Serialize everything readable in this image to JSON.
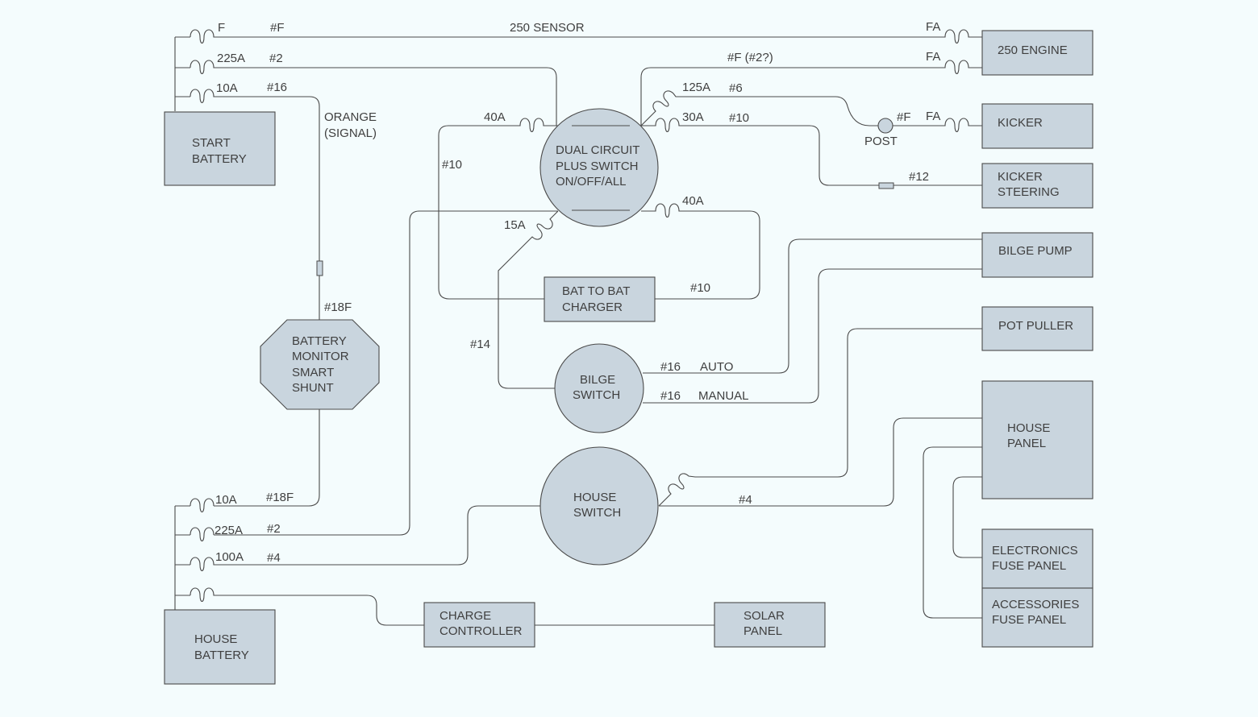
{
  "colors": {
    "background": "#f4fcfd",
    "component_fill": "#c9d5de",
    "line": "#4a4a4a",
    "text": "#3f3f3f"
  },
  "components": {
    "start_battery": [
      "START",
      "BATTERY"
    ],
    "house_battery": [
      "HOUSE",
      "BATTERY"
    ],
    "dual_circuit_switch": [
      "DUAL CIRCUIT",
      "PLUS SWITCH",
      "ON/OFF/ALL"
    ],
    "bilge_switch": [
      "BILGE",
      "SWITCH"
    ],
    "house_switch": [
      "HOUSE",
      "SWITCH"
    ],
    "battery_monitor": [
      "BATTERY",
      "MONITOR",
      "SMART",
      "SHUNT"
    ],
    "bat_to_bat_charger": [
      "BAT TO BAT",
      "CHARGER"
    ],
    "charge_controller": [
      "CHARGE",
      "CONTROLLER"
    ],
    "solar_panel": [
      "SOLAR",
      "PANEL"
    ],
    "engine_250": [
      "250 ENGINE"
    ],
    "kicker": [
      "KICKER"
    ],
    "kicker_steering": [
      "KICKER",
      "STEERING"
    ],
    "bilge_pump": [
      "BILGE PUMP"
    ],
    "pot_puller": [
      "POT PULLER"
    ],
    "house_panel": [
      "HOUSE",
      "PANEL"
    ],
    "electronics_fuse_panel": [
      "ELECTRONICS",
      "FUSE PANEL"
    ],
    "accessories_fuse_panel": [
      "ACCESSORIES",
      "FUSE PANEL"
    ],
    "post": "POST"
  },
  "labels": {
    "fuse_f": "F",
    "wire_f_top": "#F",
    "sensor_250": "250 SENSOR",
    "fa_engine_top": "FA",
    "fuse_225a_start": "225A",
    "wire_2_start": "#2",
    "wire_f_2": "#F (#2?)",
    "fa_engine_bottom": "FA",
    "fuse_10a_start": "10A",
    "wire_16_start": "#16",
    "orange": "ORANGE",
    "signal": "(SIGNAL)",
    "wire_18f_upper": "#18F",
    "fuse_40a_left": "40A",
    "wire_10_left": "#10",
    "fuse_125a": "125A",
    "wire_6": "#6",
    "post_f": "#F",
    "fa_kicker": "FA",
    "fuse_30a": "30A",
    "wire_10_right": "#10",
    "wire_12": "#12",
    "fuse_15a": "15A",
    "fuse_40a_right": "40A",
    "wire_10_charger": "#10",
    "wire_14": "#14",
    "wire_16_auto": "#16",
    "auto": "AUTO",
    "wire_16_manual": "#16",
    "manual": "MANUAL",
    "wire_4_house": "#4",
    "fuse_10a_house": "10A",
    "wire_18f_lower": "#18F",
    "fuse_225a_house": "225A",
    "wire_2_house": "#2",
    "fuse_100a_house": "100A",
    "wire_4_house_batt": "#4"
  }
}
